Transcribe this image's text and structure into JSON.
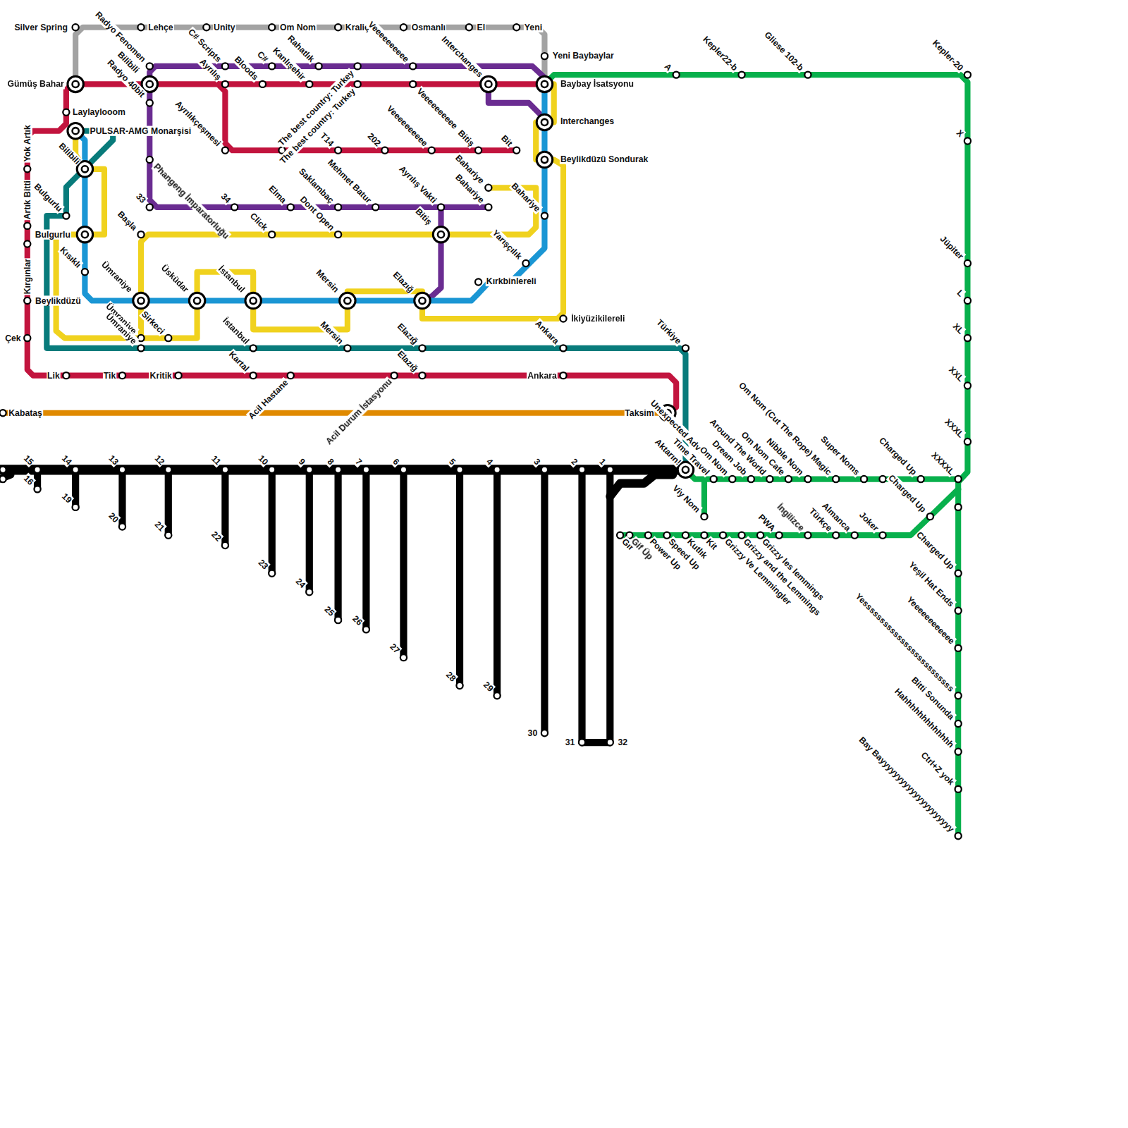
{
  "diagram": {
    "labels": [
      "Silver Spring",
      "Lehçe",
      "Unity",
      "Om Nom",
      "Kraliçe",
      "Osmanlı",
      "El",
      "Yeni",
      "Yeni Baybaylar",
      "Gümüş Bahar",
      "Baybay İsatsyonu",
      "Laylaylooom",
      "PULSAR-AMG Monarşisi",
      "Interchanges",
      "Beylikdüzü Sondurak",
      "Bulgurlu",
      "Beylikdüzü",
      "Çek",
      "Lik",
      "Tik",
      "Kritik",
      "Ankara",
      "Kabataş",
      "Taksim",
      "Kırkbinlereli",
      "İkiyüzikilereli",
      "Radyo Fenomen",
      "Bilibili",
      "Radyo 40bit",
      "C# Scripts",
      "Ayrılış",
      "Bloods",
      "C#",
      "Kanlışehir",
      "Rahatlık",
      "The best country: Turkey",
      "The best country: Turkey",
      "Veeeeeeeeee",
      "Veeeeeeeeee",
      "Interchanges",
      "Ayrılıkçeşmesi",
      "T14",
      "202",
      "Veeeeeeeeee",
      "Bitiş",
      "Bit",
      "Bahariye",
      "Bahariye",
      "Bahariye",
      "Bilibili",
      "Bulgurlu",
      "Phangeng İmparatorluğu",
      "33",
      "34",
      "Elma",
      "Saklambaç",
      "Mehmet Batur",
      "Ayrılış Vakti",
      "Başla",
      "Click",
      "Dont Open",
      "Bitiş",
      "Yarışçılık",
      "Kısıklı",
      "Ümraniye",
      "Üsküdar",
      "İstanbul",
      "Mersin",
      "Elazığ",
      "Ümraniye",
      "Ümraniye",
      "Sirkeci",
      "İstanbul",
      "Mersin",
      "Elazığ",
      "Ankara",
      "Türkiye",
      "Kartal",
      "Acil Hastane",
      "Acil Durum İstasyonu",
      "Elazığ",
      "Yok Artık",
      "Artık Bitti",
      "Kırgınlar",
      "A",
      "Kepler22-b",
      "Gliese 102-b",
      "Kepler-20",
      "X",
      "Jüpiter",
      "L",
      "XL",
      "XXL",
      "XXXL",
      "XXXXL",
      "Aktarın!",
      "Unexpected Adventure",
      "Time Travel",
      "Om Nom",
      "Dream Job",
      "Around The World",
      "Om Nom Cafe",
      "Nibble Nom",
      "Om Nom (Cut The Rope) Magic",
      "Super Noms",
      "Charged Up",
      "Charged Up",
      "Viy Nom",
      "Gif",
      "Gif Üp",
      "Power Up",
      "Speed Up",
      "Kutlık",
      "Kit",
      "Grizzy Ve Lemmingler",
      "Grizzy and the Lemmings",
      "Grizzy les lemmings",
      "PWA",
      "İngilizce",
      "Türkçe",
      "Almanca",
      "Joker",
      "Charged Up",
      "Yeşil Hat Ends",
      "Yeeeeeeeeeeee",
      "Yessssssssssssssssssssssssss",
      "Bitti Sonunda",
      "Hahhhhhhhhhhhhh",
      "Ctrl+Z yok",
      "Bay Bayyyyyyyyyyyyyyyyyyyyy",
      "15",
      "14",
      "13",
      "12",
      "11",
      "10",
      "9",
      "8",
      "7",
      "6",
      "5",
      "4",
      "3",
      "2",
      "1",
      "16",
      "19",
      "20",
      "21",
      "22",
      "23",
      "24",
      "25",
      "26",
      "27",
      "28",
      "29",
      "30",
      "31",
      "32"
    ]
  }
}
